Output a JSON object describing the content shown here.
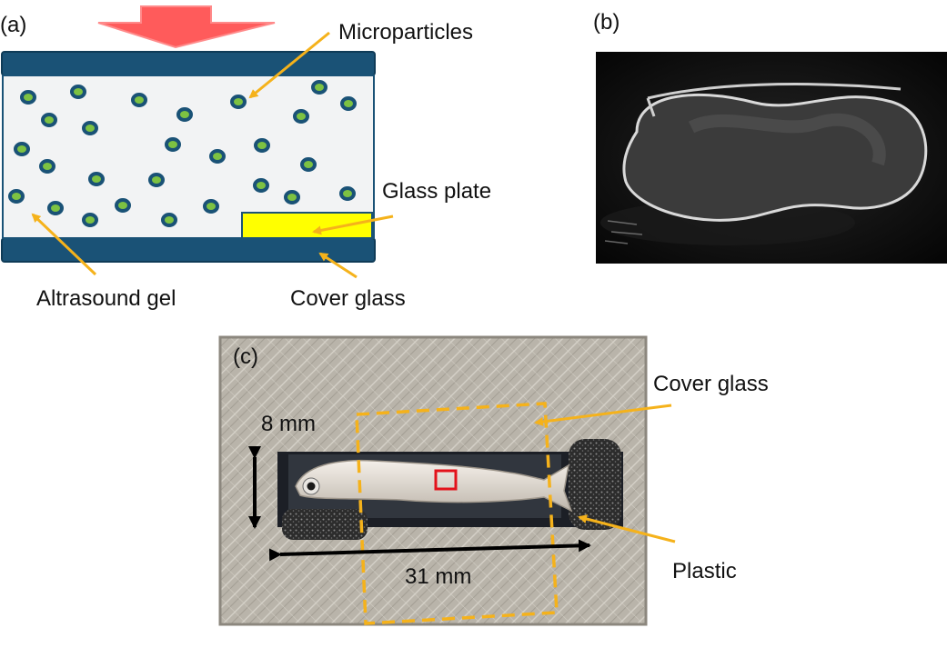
{
  "panel_a": {
    "tag": "(a)",
    "labels": {
      "microparticles": "Microparticles",
      "glass_plate": "Glass plate",
      "ultrasound_gel": "Altrasound gel",
      "cover_glass": "Cover glass"
    }
  },
  "panel_b": {
    "tag": "(b)"
  },
  "panel_c": {
    "tag": "(c)",
    "labels": {
      "cover_glass": "Cover glass",
      "plastic": "Plastic",
      "height": "8 mm",
      "length": "31 mm"
    }
  },
  "colors": {
    "wall": "#1a5276",
    "gel": "#f2f3f4",
    "particle_fill": "#7dc242",
    "particle_ring": "#1a5276",
    "glass_plate": "#ffff00",
    "callout": "#f5b21b",
    "press_arrow": "#ff5b5b",
    "roi_box": "#e3121b"
  }
}
